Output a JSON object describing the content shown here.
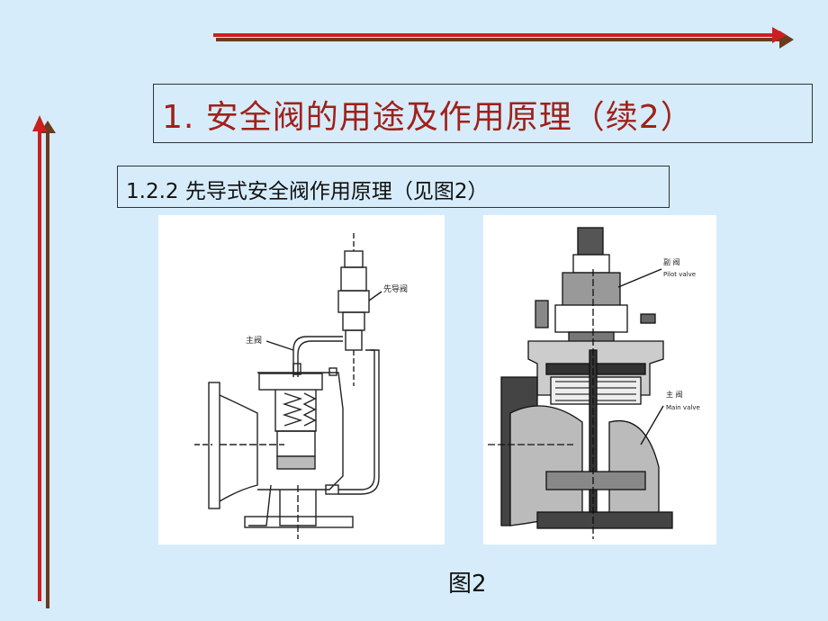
{
  "title": "1. 安全阀的用途及作用原理（续2）",
  "subtitle": "1.2.2   先导式安全阀作用原理（见图2）",
  "figure": {
    "caption": "图2",
    "left_labels": {
      "pilot": "先导阀",
      "main": "主阀"
    },
    "right_labels": {
      "pilot_cn": "副 阀",
      "pilot_en": "Pilot valve",
      "main_cn": "主 阀",
      "main_en": "Main valve"
    }
  },
  "colors": {
    "background": "#d6ecfa",
    "accent_red": "#cc1f1f",
    "accent_brown": "#6b3a1f",
    "title_text": "#a0211a"
  }
}
